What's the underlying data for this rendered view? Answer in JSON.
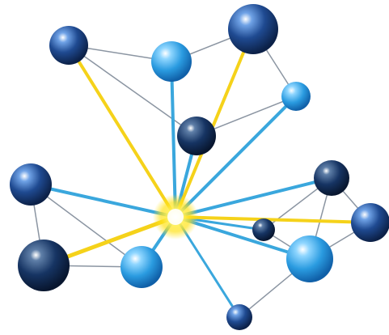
{
  "image": {
    "subject": "molecular-network-illustration",
    "background_color": "#ffffff"
  },
  "palette": {
    "navy_sphere": "#1b3f80",
    "dark_sphere": "#0f2a4f",
    "light_blue_sphere": "#2a9be0",
    "thin_link": "#8b95a2",
    "blue_link": "#3aa7dd",
    "yellow_link": "#f5d21a",
    "hub_glow": "#fff36a"
  },
  "hub": {
    "name": "central-glow-hub"
  },
  "nodes": [
    {
      "name": "node-top-left",
      "kind": "navy"
    },
    {
      "name": "node-top-center",
      "kind": "light"
    },
    {
      "name": "node-top-right-large",
      "kind": "navy"
    },
    {
      "name": "node-right-small",
      "kind": "light"
    },
    {
      "name": "node-center-dark",
      "kind": "dark"
    },
    {
      "name": "node-left-mid",
      "kind": "navy"
    },
    {
      "name": "node-left-bottom-dark",
      "kind": "dark"
    },
    {
      "name": "node-lower-center-light",
      "kind": "light"
    },
    {
      "name": "node-bottom-small",
      "kind": "navy"
    },
    {
      "name": "node-right-dark",
      "kind": "dark"
    },
    {
      "name": "node-far-right",
      "kind": "navy"
    },
    {
      "name": "node-right-tiny-dark",
      "kind": "dark"
    },
    {
      "name": "node-right-lower-light",
      "kind": "light"
    }
  ]
}
